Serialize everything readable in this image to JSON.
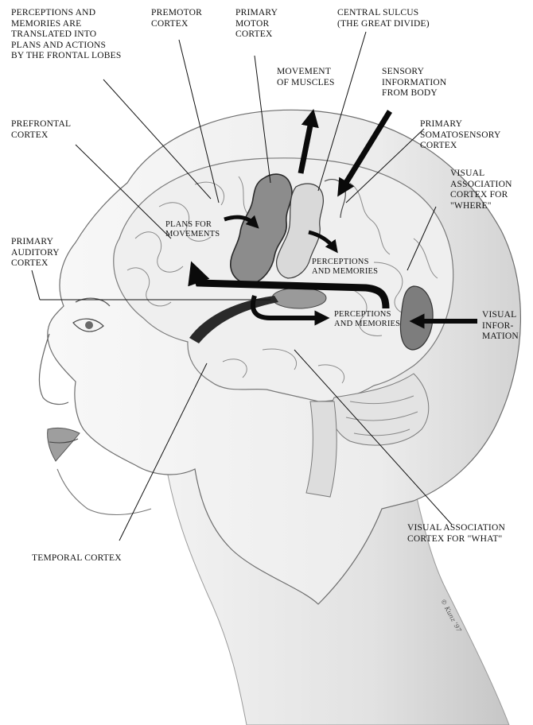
{
  "colors": {
    "skin_light": "#f7f7f7",
    "skin_mid": "#e6e6e6",
    "skin_shadow": "#bdbdbd",
    "brain": "#efefef",
    "gyrus_line": "#8a8a8a",
    "motor_strip": "#8c8c8c",
    "motor_strip_edge": "#2a2a2a",
    "auditory_patch": "#9a9a9a",
    "visual_patch": "#7d7d7d",
    "arrow": "#0a0a0a",
    "leader_line": "#111111"
  },
  "labels": {
    "frontal_translation": "PERCEPTIONS AND\nMEMORIES ARE\nTRANSLATED INTO\nPLANS AND ACTIONS\nBY THE FRONTAL LOBES",
    "premotor": "PREMOTOR\nCORTEX",
    "primary_motor": "PRIMARY\nMOTOR\nCORTEX",
    "central_sulcus": "CENTRAL SULCUS\n(THE GREAT DIVIDE)",
    "movement_of_muscles": "MOVEMENT\nOF MUSCLES",
    "sensory_info": "SENSORY\nINFORMATION\nFROM BODY",
    "prefrontal": "PREFRONTAL\nCORTEX",
    "somatosensory": "PRIMARY\nSOMATOSENSORY\nCORTEX",
    "visual_where": "VISUAL\nASSOCIATION\nCORTEX FOR\n\"WHERE\"",
    "plans_for_movements": "PLANS FOR\nMOVEMENTS",
    "primary_auditory": "PRIMARY\nAUDITORY\nCORTEX",
    "perceptions_upper": "PERCEPTIONS\nAND MEMORIES",
    "perceptions_lower": "PERCEPTIONS\nAND MEMORIES",
    "visual_information": "VISUAL\nINFOR-\nMATION",
    "visual_what": "VISUAL ASSOCIATION\nCORTEX FOR \"WHAT\"",
    "temporal": "TEMPORAL CORTEX"
  },
  "signature": "© Kunz '97"
}
